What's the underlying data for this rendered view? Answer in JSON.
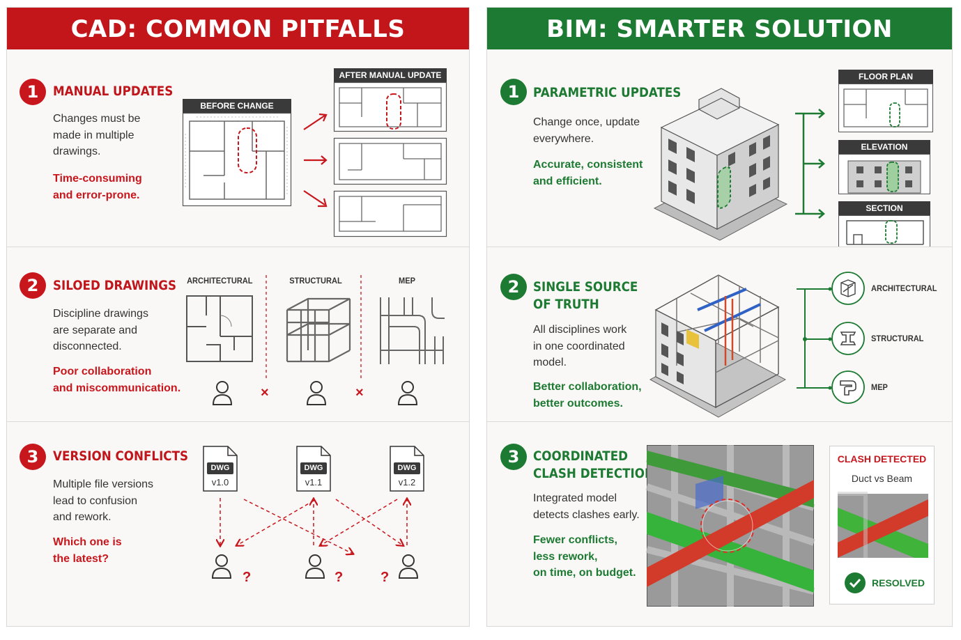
{
  "left": {
    "header": "CAD: COMMON PITFALLS",
    "sections": [
      {
        "number": "1",
        "title": "MANUAL UPDATES",
        "desc": [
          "Changes must be",
          "made in multiple",
          "drawings."
        ],
        "highlight": [
          "Time-consuming",
          "and error-prone."
        ],
        "before_label": "BEFORE CHANGE",
        "after_label": "AFTER MANUAL UPDATE"
      },
      {
        "number": "2",
        "title": "SILOED DRAWINGS",
        "desc": [
          "Discipline drawings",
          "are separate and",
          "disconnected."
        ],
        "highlight": [
          "Poor collaboration",
          "and miscommunication."
        ],
        "disciplines": [
          "ARCHITECTURAL",
          "STRUCTURAL",
          "MEP"
        ],
        "separator": "×"
      },
      {
        "number": "3",
        "title": "VERSION CONFLICTS",
        "desc": [
          "Multiple file versions",
          "lead to confusion",
          "and rework."
        ],
        "highlight": [
          "Which one is",
          "the latest?"
        ],
        "file_type": "DWG",
        "versions": [
          "v1.0",
          "v1.1",
          "v1.2"
        ],
        "question": "?"
      }
    ]
  },
  "right": {
    "header": "BIM: SMARTER SOLUTION",
    "sections": [
      {
        "number": "1",
        "title": "PARAMETRIC UPDATES",
        "desc": [
          "Change once, update",
          "everywhere."
        ],
        "highlight": [
          "Accurate, consistent",
          "and efficient."
        ],
        "views": [
          "FLOOR PLAN",
          "ELEVATION",
          "SECTION"
        ]
      },
      {
        "number": "2",
        "title": [
          "SINGLE SOURCE",
          "OF TRUTH"
        ],
        "desc": [
          "All disciplines work",
          "in one coordinated",
          "model."
        ],
        "highlight": [
          "Better collaboration,",
          "better outcomes."
        ],
        "disciplines": [
          "ARCHITECTURAL",
          "STRUCTURAL",
          "MEP"
        ]
      },
      {
        "number": "3",
        "title": [
          "COORDINATED",
          "CLASH DETECTION"
        ],
        "desc": [
          "Integrated model",
          "detects clashes early."
        ],
        "highlight": [
          "Fewer conflicts,",
          "less rework,",
          "on time, on budget."
        ],
        "clash_title": "CLASH DETECTED",
        "clash_sub": "Duct vs Beam",
        "resolved": "RESOLVED"
      }
    ]
  },
  "colors": {
    "red": "#c8161d",
    "green": "#1d7a32",
    "dark": "#3a3a3a"
  }
}
